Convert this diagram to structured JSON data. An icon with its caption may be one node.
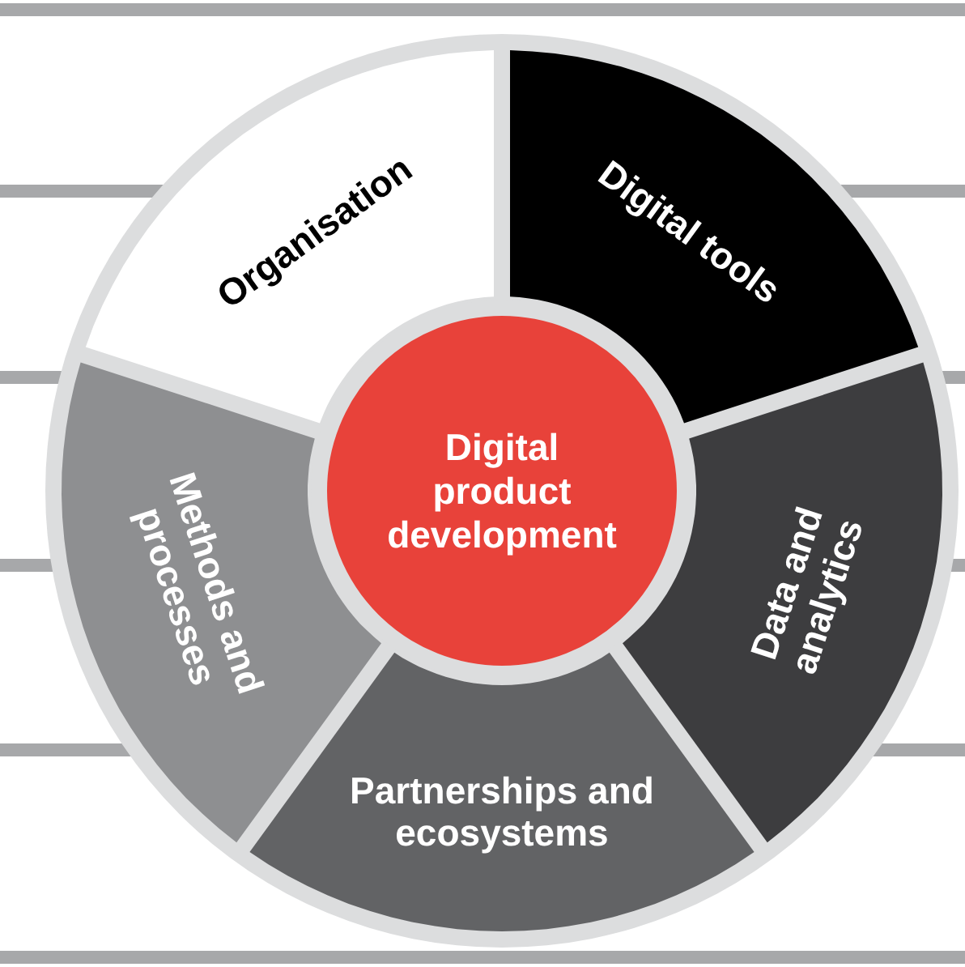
{
  "diagram": {
    "nodes": [
      {
        "text": [
          "Digital product development"
        ]
      },
      {
        "text": [
          "Organisation"
        ]
      },
      {
        "text": [
          "Digital tools"
        ]
      },
      {
        "text": [
          "Data and analytics"
        ]
      },
      {
        "text": [
          "Partnerships and ecosystems"
        ]
      },
      {
        "text": [
          "Methods and processes"
        ]
      }
    ],
    "edges": []
  }
}
